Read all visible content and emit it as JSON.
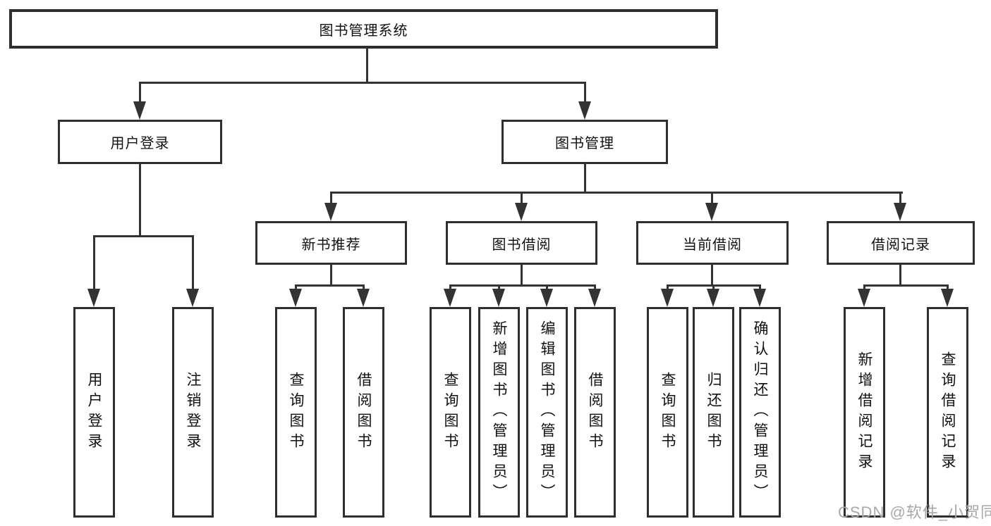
{
  "diagram": {
    "title": "图书管理系统",
    "root": {
      "label": "图书管理系统"
    },
    "level2": [
      {
        "label": "用户登录"
      },
      {
        "label": "图书管理"
      }
    ],
    "level3": [
      {
        "label": "新书推荐"
      },
      {
        "label": "图书借阅"
      },
      {
        "label": "当前借阅"
      },
      {
        "label": "借阅记录"
      }
    ],
    "leaves": {
      "user_login": [
        "用户登录",
        "注销登录"
      ],
      "new_books": [
        "查询图书",
        "借阅图书"
      ],
      "book_borrow": [
        "查询图书",
        "新增图书（管理员）",
        "编辑图书（管理员）",
        "借阅图书"
      ],
      "current_borrow": [
        "查询图书",
        "归还图书",
        "确认归还（管理员）"
      ],
      "borrow_records": [
        "新增借阅记录",
        "查询借阅记录"
      ]
    },
    "colors": {
      "line": "#333333",
      "border": "#2e2e2e",
      "text": "#111111",
      "watermark": "#a8a8a8",
      "background": "#ffffff"
    },
    "watermark": "CSDN @软件_小贺同学"
  }
}
